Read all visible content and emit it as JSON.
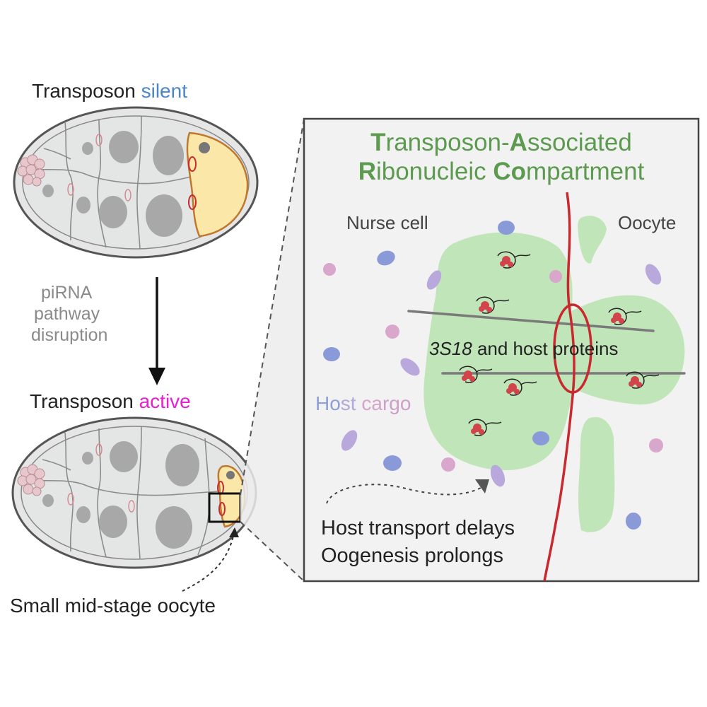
{
  "top_label": {
    "word": "Transposon",
    "state": "silent"
  },
  "arrow_label": [
    "piRNA",
    "pathway",
    "disruption"
  ],
  "bottom_label": {
    "word": "Transposon",
    "state": "active"
  },
  "caption": "Small mid-stage oocyte",
  "panel": {
    "title_line1": [
      {
        "text": "T",
        "bold": true
      },
      {
        "text": "ransposon-",
        "bold": false
      },
      {
        "text": "A",
        "bold": true
      },
      {
        "text": "ssociated",
        "bold": false
      }
    ],
    "title_line2": [
      {
        "text": "R",
        "bold": true
      },
      {
        "text": "ibonucleic ",
        "bold": false
      },
      {
        "text": "Co",
        "bold": true
      },
      {
        "text": "mpartment",
        "bold": false
      }
    ],
    "nurse_cell": "Nurse cell",
    "oocyte": "Oocyte",
    "host_cargo": [
      {
        "text": "Ho",
        "color": "#8f9fd6"
      },
      {
        "text": "st",
        "color": "#b4a8d8"
      },
      {
        "text": " ca",
        "color": "#d6a4c9"
      },
      {
        "text": "rgo",
        "color": "#cda0c8"
      }
    ],
    "protein_label_italic": "3S18",
    "protein_label_rest": " and host proteins",
    "effect_lines": [
      "Host transport delays",
      "Oogenesis prolongs"
    ]
  },
  "colors": {
    "silent": "#4a86c8",
    "active": "#e61fd0",
    "title_green": "#5c9a4f",
    "tracs_green": "#bfe5b8",
    "membrane_red": "#c8282e",
    "oocyte_yellow": "#fbe7a8",
    "egg_chamber_gray": "#e6e6e6",
    "nucleus_gray": "#a8a8a8",
    "cargo_blue": "#8a9ad8",
    "cargo_pink": "#d9a6cc",
    "cargo_lilac": "#b8a8dc"
  }
}
